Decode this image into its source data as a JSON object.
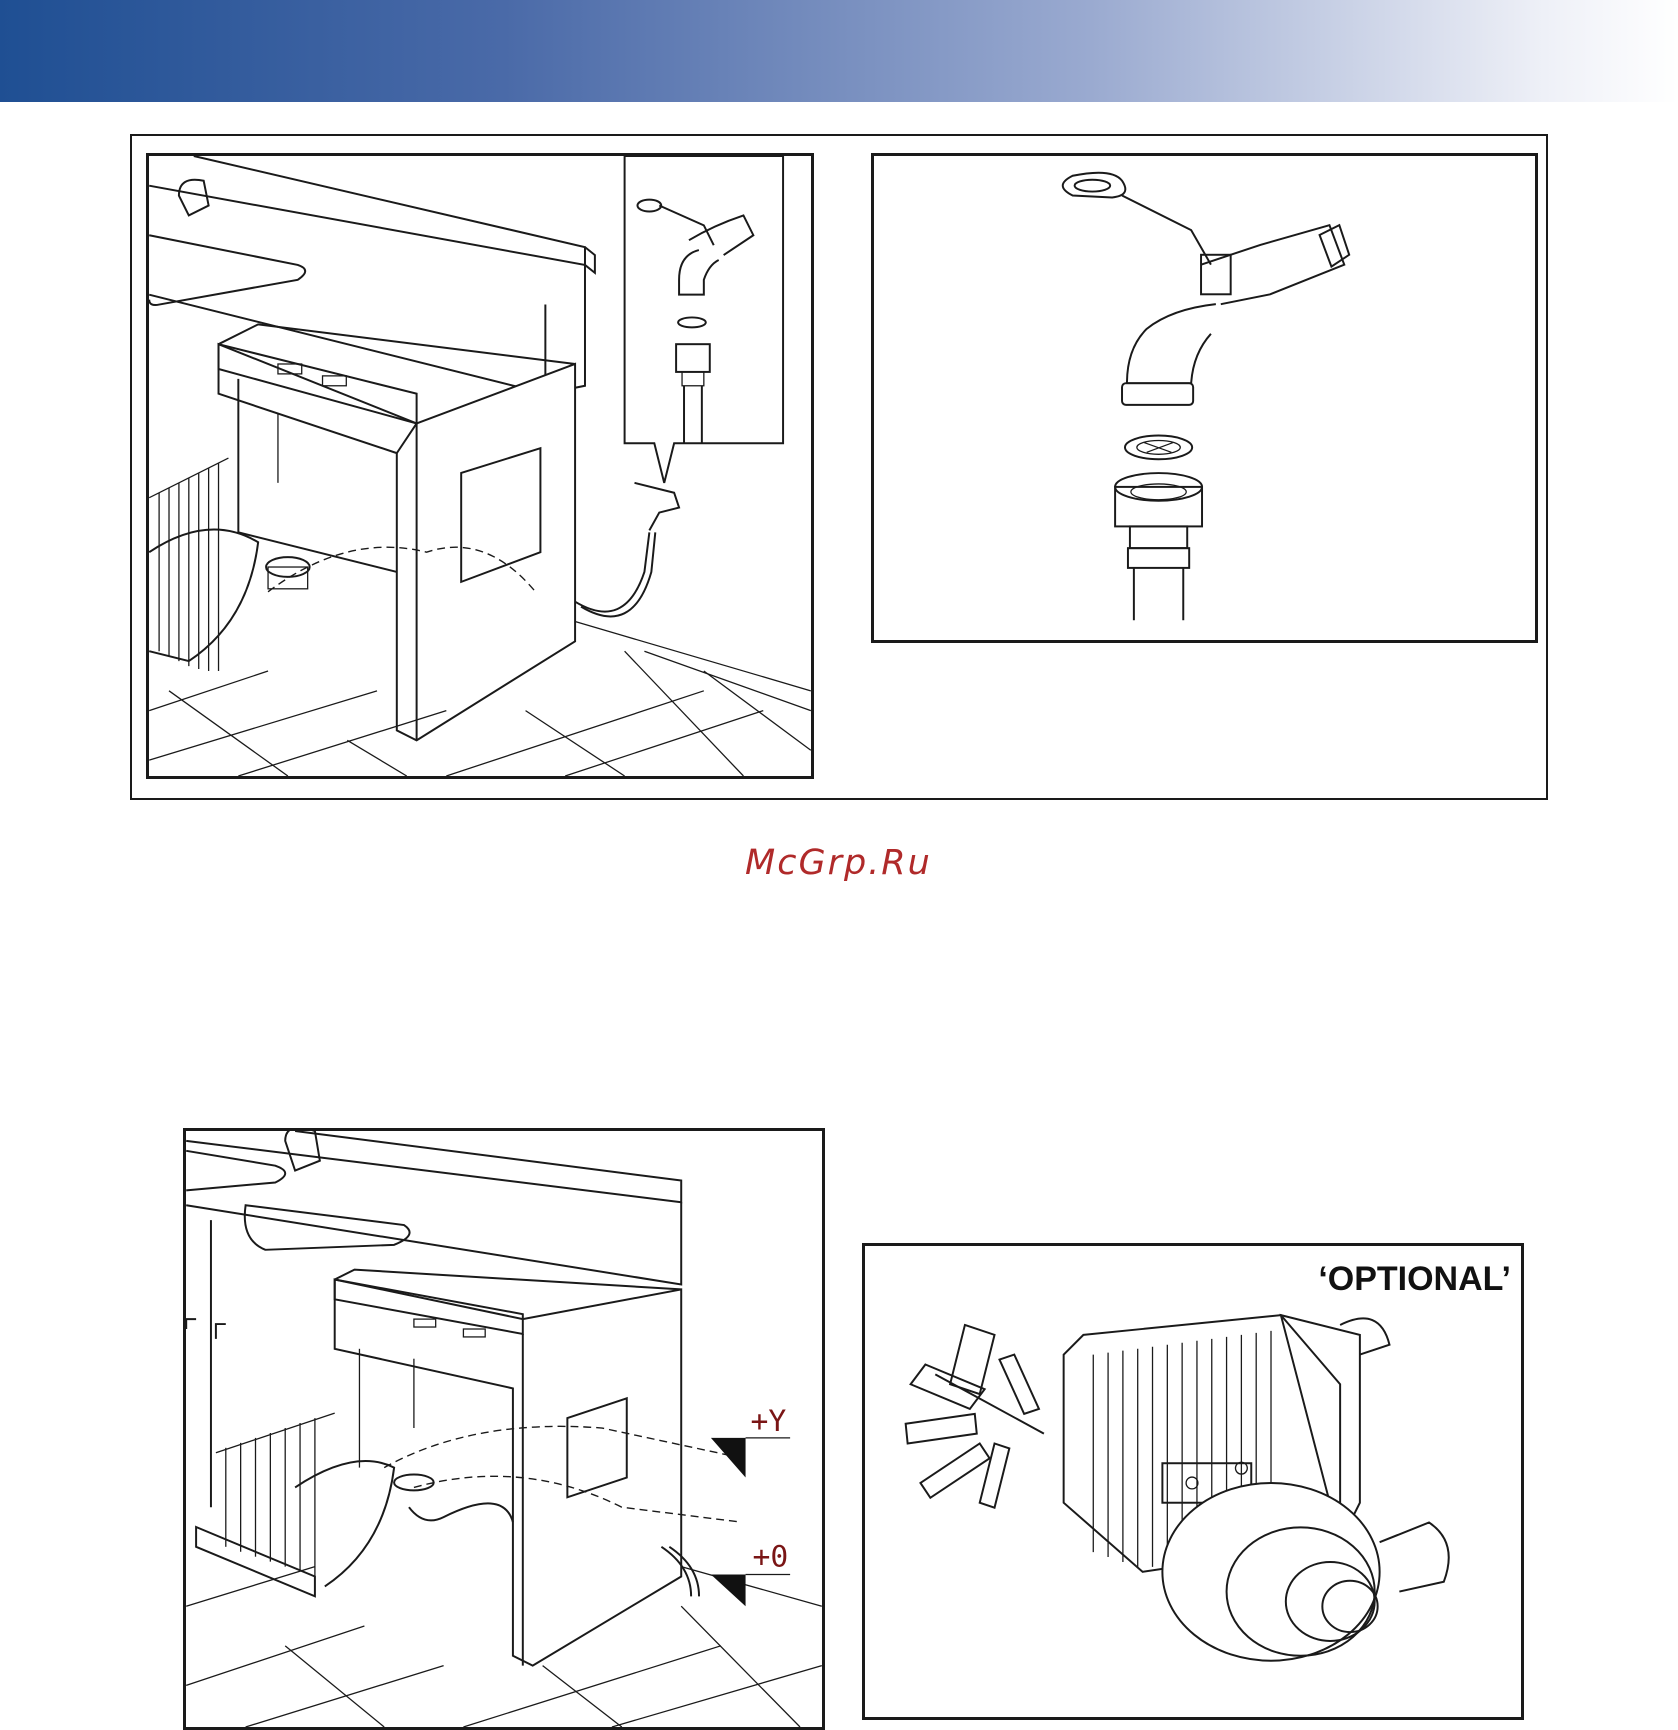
{
  "header": {
    "band_colors": [
      "#1f4f93",
      "#9aaad0",
      "#ffffff"
    ]
  },
  "watermark": {
    "text": "McGrp.Ru",
    "color": "#b02a2a"
  },
  "figures": {
    "water_connection": {
      "icons": [
        "dishwasher-illustration",
        "water-tap-icon",
        "hose-connector-icon"
      ]
    },
    "tap_detail": {
      "icons": [
        "water-tap-icon",
        "filter-washer-icon",
        "hose-nut-icon"
      ]
    },
    "drain_height": {
      "upper_mark_label": "+Y",
      "lower_mark_label": "+0"
    },
    "drain_pump": {
      "label": "‘OPTIONAL’",
      "icons": [
        "drain-pump-icon"
      ]
    }
  }
}
